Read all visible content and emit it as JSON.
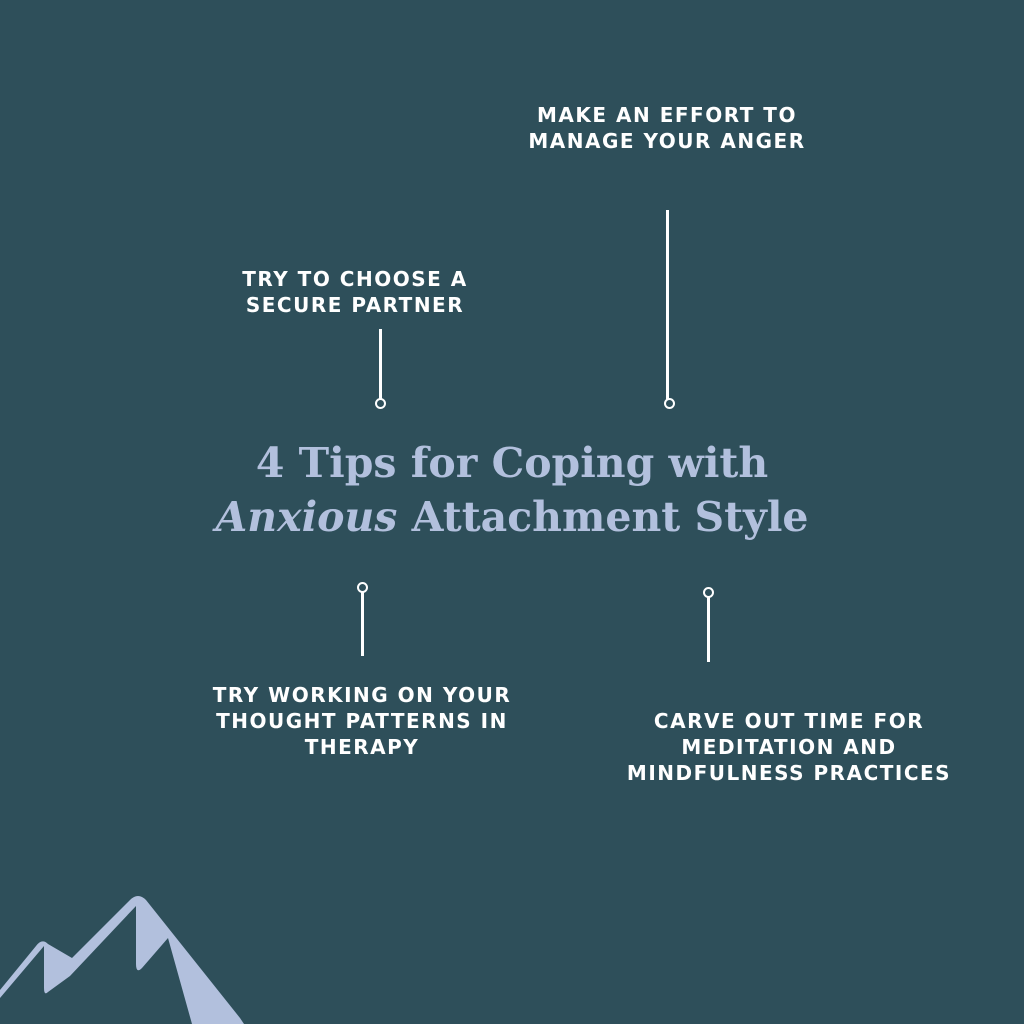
{
  "title": {
    "line1": "4 Tips for Coping with",
    "line2_italic": "Anxious",
    "line2_rest": " Attachment Style"
  },
  "tips": [
    {
      "lines": [
        "MAKE AN EFFORT TO",
        "MANAGE YOUR ANGER"
      ]
    },
    {
      "lines": [
        "TRY TO CHOOSE A",
        "SECURE PARTNER"
      ]
    },
    {
      "lines": [
        "TRY WORKING ON YOUR",
        "THOUGHT PATTERNS IN",
        "THERAPY"
      ]
    },
    {
      "lines": [
        "CARVE OUT TIME FOR",
        "MEDITATION AND",
        "MINDFULNESS PRACTICES"
      ]
    }
  ],
  "colors": {
    "background": "#2e4f5a",
    "accent": "#b2c0dd",
    "text": "#ffffff"
  },
  "icons": [
    "mountain-icon"
  ]
}
